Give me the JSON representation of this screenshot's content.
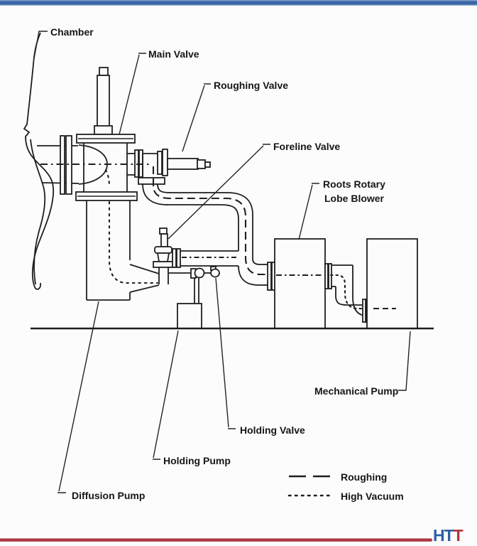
{
  "window": {
    "background": "#fcfcfc"
  },
  "chrome": {
    "top_bar_color": "#3a66a8",
    "bottom_rule_color": "#a73440"
  },
  "logo": {
    "blue_text": "HT",
    "red_text": "T",
    "blue_color": "#2d5ea6",
    "red_color": "#b5323f"
  },
  "diagram": {
    "type": "vacuum-pump-system-schematic",
    "line_color": "#1f1f1f",
    "labels": {
      "chamber": "Chamber",
      "main_valve": "Main Valve",
      "roughing_valve": "Roughing Valve",
      "foreline_valve": "Foreline Valve",
      "roots_blower_line1": "Roots Rotary",
      "roots_blower_line2": "Lobe Blower",
      "mechanical_pump": "Mechanical Pump",
      "holding_valve": "Holding Valve",
      "holding_pump": "Holding Pump",
      "diffusion_pump": "Diffusion Pump"
    },
    "legend": {
      "roughing_label": "Roughing",
      "roughing_style": "dashed",
      "high_vacuum_label": "High Vacuum",
      "high_vacuum_style": "dotted"
    }
  }
}
